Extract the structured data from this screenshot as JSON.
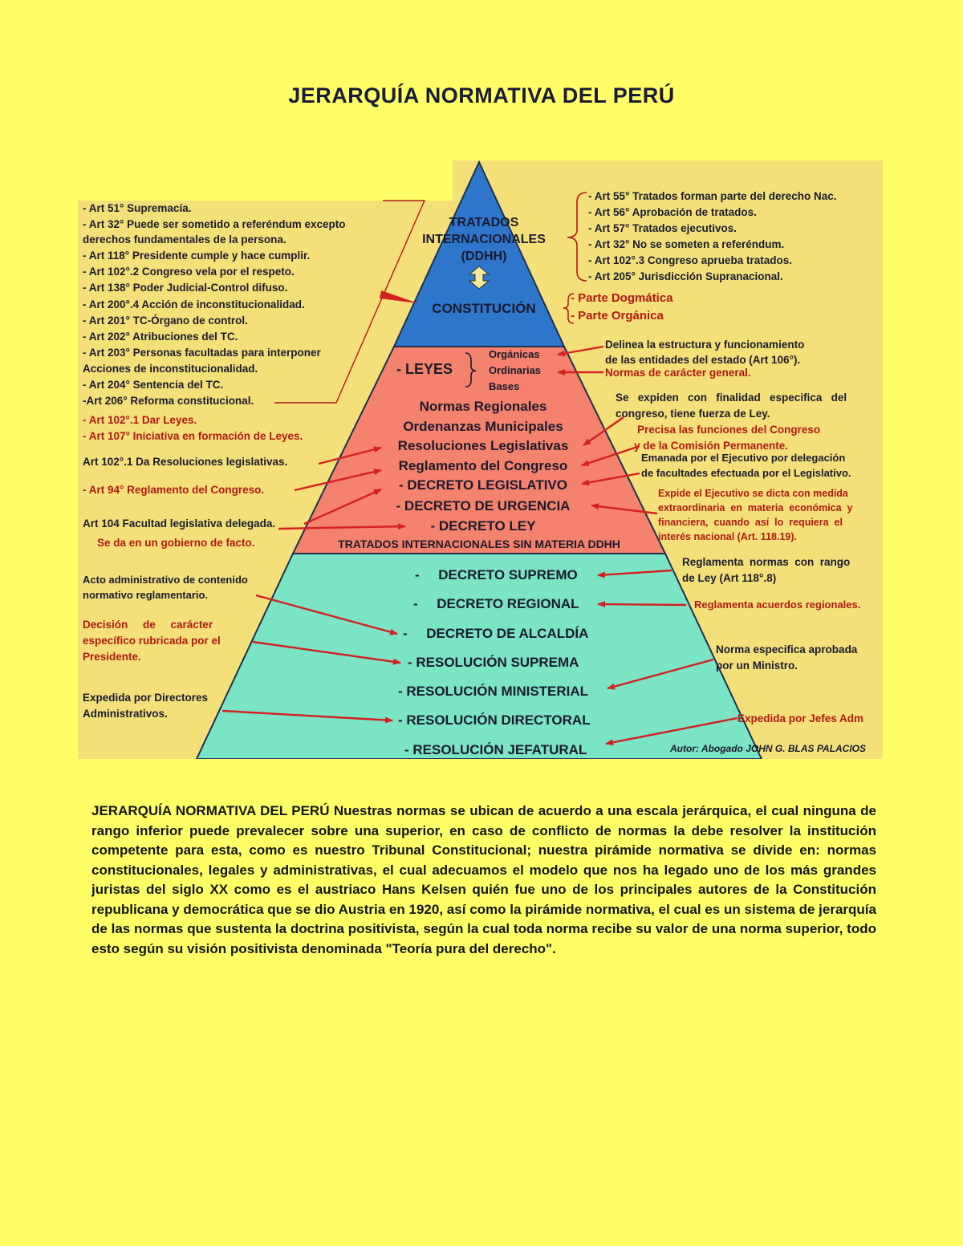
{
  "page": {
    "title": "JERARQUÍA NORMATIVA DEL PERÚ",
    "body": "JERARQUÍA NORMATIVA DEL PERÚ Nuestras normas se ubican de acuerdo a una escala jerárquica, el cual ninguna de rango inferior puede prevalecer sobre una superior, en caso de conflicto de normas la debe resolver la institución competente para esta, como es nuestro Tribunal Constitucional; nuestra pirámide normativa se divide en: normas constitucionales, legales y administrativas, el cual adecuamos el modelo que nos ha legado uno de los más grandes juristas del siglo XX como es el austriaco Hans Kelsen quién fue uno de los principales autores de la Constitución republicana y democrática que se dio Austria en 1920, así como la pirámide normativa, el cual es un sistema de jerarquía de las normas que sustenta la doctrina positivista, según la cual toda norma recibe su valor de una norma superior, todo esto según su visión positivista denominada \"Teoría pura del derecho\"."
  },
  "colors": {
    "page_bg": "#ffff66",
    "image_bg": "#f4e078",
    "tier_top": "#2e76cc",
    "tier_middle": "#f4826c",
    "tier_bottom": "#7ae4c4",
    "annotation_red": "#b01818",
    "arrow_red": "#d42020"
  },
  "pyramid": {
    "top": {
      "tratados": [
        "TRATADOS",
        "INTERNACIONALES",
        "(DDHH)"
      ],
      "constitucion": "CONSTITUCIÓN"
    },
    "middle": {
      "leyes": "- LEYES",
      "leyes_types": [
        "Orgánicas",
        "Ordinarias",
        "Bases"
      ],
      "items": [
        "Normas Regionales",
        "Ordenanzas Municipales",
        "Resoluciones Legislativas",
        "Reglamento del Congreso",
        "- DECRETO LEGISLATIVO",
        "- DECRETO DE URGENCIA",
        "- DECRETO LEY"
      ],
      "footer": "TRATADOS INTERNACIONALES SIN MATERIA DDHH"
    },
    "bottom": {
      "items": [
        "-     DECRETO SUPREMO",
        "-     DECRETO REGIONAL",
        "-     DECRETO DE ALCALDÍA",
        "- RESOLUCIÓN SUPREMA",
        "- RESOLUCIÓN MINISTERIAL",
        "- RESOLUCIÓN DIRECTORAL",
        "- RESOLUCIÓN JEFATURAL"
      ]
    }
  },
  "left_notes": {
    "constitution_articles": [
      "- Art 51° Supremacía.",
      "- Art 32° Puede ser sometido a referéndum excepto",
      "derechos fundamentales de la persona.",
      "- Art 118° Presidente cumple y hace cumplir.",
      "- Art 102°.2 Congreso vela por el respeto.",
      "- Art 138° Poder Judicial-Control difuso.",
      "- Art 200°.4 Acción de inconstitucionalidad.",
      "- Art 201° TC-Órgano de control.",
      "- Art 202° Atribuciones del TC.",
      "- Art 203° Personas facultadas para interponer",
      "Acciones de inconstitucionalidad.",
      "- Art 204° Sentencia del TC.",
      "-Art 206° Reforma constitucional."
    ],
    "leyes_articles": [
      "- Art 102°.1 Dar Leyes.",
      "- Art 107° Iniciativa en formación de Leyes."
    ],
    "res_leg": "Art 102°.1 Da Resoluciones legislativas.",
    "reglamento": "- Art 94° Reglamento del Congreso.",
    "facultad": "Art 104 Facultad legislativa delegada.",
    "facto": "Se da en un gobierno de facto.",
    "acto_admin": [
      "Acto administrativo de contenido",
      "normativo reglamentario."
    ],
    "decision": [
      "Decisión     de     carácter",
      "específico rubricada por el",
      "Presidente."
    ],
    "expedida_directores": [
      "Expedida por Directores",
      "Administrativos."
    ]
  },
  "right_notes": {
    "tratados_articles": [
      "- Art 55° Tratados forman parte del derecho Nac.",
      "- Art 56° Aprobación de tratados.",
      "- Art 57° Tratados ejecutivos.",
      "- Art 32° No se someten a referéndum.",
      "- Art 102°.3 Congreso aprueba tratados.",
      "- Art 205° Jurisdicción Supranacional."
    ],
    "constitucion_parts": [
      "- Parte Dogmática",
      "- Parte Orgánica"
    ],
    "delinea": [
      "Delinea la estructura y funcionamiento",
      "de las entidades del estado (Art 106°)."
    ],
    "normas_general": "Normas de carácter general.",
    "se_expiden": [
      "Se   expiden   con   finalidad   especifica   del",
      "congreso, tiene fuerza de Ley."
    ],
    "precisa": [
      "Precisa las funciones del Congreso",
      "y de la Comisión Permanente."
    ],
    "emanada": [
      "Emanada por el Ejecutivo por delegación",
      "de facultades efectuada por el Legislativo."
    ],
    "expide": [
      "Expide el Ejecutivo se dicta con medida",
      "extraordinaria  en  materia  económica  y",
      "financiera,  cuando  así  lo  requiera  el",
      "interés nacional (Art. 118.19)."
    ],
    "reglamenta_normas": [
      "Reglamenta  normas  con  rango",
      "de Ley (Art 118°.8)"
    ],
    "reglamenta_acuerdos": "Reglamenta acuerdos regionales.",
    "norma_especifica": [
      "Norma especifica aprobada",
      "por un Ministro."
    ],
    "expedida_jefes": "Expedida por Jefes Adm",
    "author": "Autor: Abogado JOHN G. BLAS PALACIOS"
  }
}
